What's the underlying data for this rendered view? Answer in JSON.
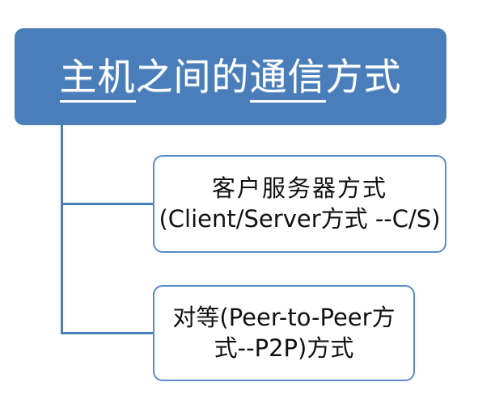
{
  "diagram": {
    "type": "hierarchy-tree",
    "colors": {
      "title_fill": "#4a7ebb",
      "title_text": "#ffffff",
      "node_border": "#5b8cc4",
      "node_fill": "#ffffff",
      "node_text": "#111111",
      "connector": "#4a7ebb",
      "background": "#ffffff"
    },
    "title_node": {
      "text": "主机之间的通信方式",
      "part_1": "主机",
      "part_2": "之间的",
      "part_3": "通信",
      "part_4": "方式"
    },
    "children": [
      {
        "id": "cs",
        "line_1": "客户服务器方式",
        "line_2": "(Client/Server方式 --C/S)"
      },
      {
        "id": "p2p",
        "line_1": "对等(Peer-to-Peer方",
        "line_2": "式--P2P)方式"
      }
    ]
  }
}
